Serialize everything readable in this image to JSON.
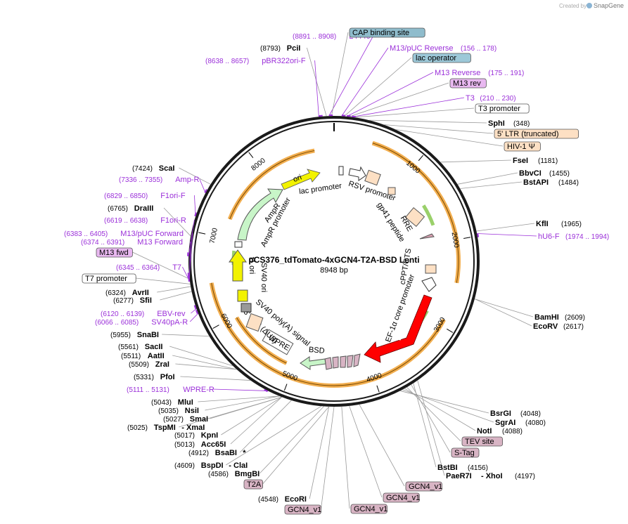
{
  "watermark": "Created by",
  "brand": "SnapGene",
  "plasmid": {
    "name": "pCS376_tdTomato-4xGCN4-T2A-BSD Lenti",
    "length": "8948 bp"
  },
  "ticks": [
    "1000",
    "2000",
    "3000",
    "4000",
    "5000",
    "6000",
    "7000",
    "8000"
  ],
  "colors": {
    "backbone": "#1a1a1a",
    "primer": "#9b30d9",
    "orf": "#f0a030",
    "promoter": "#ffffff",
    "lacop": "#9cc8d8",
    "cap": "#8fbccc",
    "ltr": "#fde0c4",
    "gcn4": "#d8b4c4",
    "ori": "#f2f200",
    "ampr": "#c8f5c8",
    "tdtomato": "#ff0000"
  },
  "labels": [
    {
      "id": "l4440",
      "kind": "prim",
      "text": "L4440",
      "pos": "(8891 .. 8908)"
    },
    {
      "id": "cap",
      "kind": "box",
      "text": "CAP binding site",
      "color": "#8fbccc"
    },
    {
      "id": "pcii",
      "kind": "enz",
      "text": "PciI",
      "pos": "(8793)"
    },
    {
      "id": "m13puc-rev",
      "kind": "prim",
      "text": "M13/pUC Reverse",
      "pos": "(156 .. 178)"
    },
    {
      "id": "pbr",
      "kind": "prim",
      "text": "pBR322ori-F",
      "pos": "(8638 .. 8657)"
    },
    {
      "id": "lacop",
      "kind": "box",
      "text": "lac operator",
      "color": "#9cc8d8"
    },
    {
      "id": "m13rev",
      "kind": "prim",
      "text": "M13 Reverse",
      "pos": "(175 .. 191)"
    },
    {
      "id": "m13revbox",
      "kind": "box",
      "text": "M13 rev",
      "color": "#e8b8f0"
    },
    {
      "id": "t3",
      "kind": "prim",
      "text": "T3",
      "pos": "(210 .. 230)"
    },
    {
      "id": "t3prom",
      "kind": "box",
      "text": "T3 promoter",
      "color": "#ffffff"
    },
    {
      "id": "sphi",
      "kind": "enz",
      "text": "SphI",
      "pos": "(348)"
    },
    {
      "id": "ltrt",
      "kind": "box",
      "text": "5' LTR (truncated)",
      "color": "#fde0c4"
    },
    {
      "id": "hiv",
      "kind": "box",
      "text": "HIV-1 Ψ",
      "color": "#fde0c4"
    },
    {
      "id": "fsei",
      "kind": "enz",
      "text": "FseI",
      "pos": "(1181)"
    },
    {
      "id": "scai",
      "kind": "enz",
      "text": "ScaI",
      "pos": "(7424)"
    },
    {
      "id": "bbvci",
      "kind": "enz",
      "text": "BbvCI",
      "pos": "(1455)"
    },
    {
      "id": "bstapi",
      "kind": "enz",
      "text": "BstAPI",
      "pos": "(1484)"
    },
    {
      "id": "ampr",
      "kind": "prim",
      "text": "Amp-R",
      "pos": "(7336 .. 7355)"
    },
    {
      "id": "f1orif",
      "kind": "prim",
      "text": "F1ori-F",
      "pos": "(6829 .. 6850)"
    },
    {
      "id": "draiii",
      "kind": "enz",
      "text": "DraIII",
      "pos": "(6765)"
    },
    {
      "id": "kfli",
      "kind": "enz",
      "text": "KflI",
      "pos": "(1965)"
    },
    {
      "id": "hu6",
      "kind": "prim",
      "text": "hU6-F",
      "pos": "(1974 .. 1994)"
    },
    {
      "id": "f1orir",
      "kind": "prim",
      "text": "F1ori-R",
      "pos": "(6619 .. 6638)"
    },
    {
      "id": "m13pucfwd",
      "kind": "prim",
      "text": "M13/pUC Forward",
      "pos": "(6383 .. 6405)"
    },
    {
      "id": "m13fwd",
      "kind": "prim",
      "text": "M13 Forward",
      "pos": "(6374 .. 6391)"
    },
    {
      "id": "m13fwdbox",
      "kind": "box",
      "text": "M13 fwd",
      "color": "#e8b8f0"
    },
    {
      "id": "t7",
      "kind": "prim",
      "text": "T7",
      "pos": "(6345 .. 6364)"
    },
    {
      "id": "t7prom",
      "kind": "box",
      "text": "T7 promoter",
      "color": "#ffffff"
    },
    {
      "id": "avrii",
      "kind": "enz",
      "text": "AvrII",
      "pos": "(6324)"
    },
    {
      "id": "sfii",
      "kind": "enz",
      "text": "SfiI",
      "pos": "(6277)"
    },
    {
      "id": "ebv",
      "kind": "prim",
      "text": "EBV-rev",
      "pos": "(6120 .. 6139)"
    },
    {
      "id": "sv40pa",
      "kind": "prim",
      "text": "SV40pA-R",
      "pos": "(6066 .. 6085)"
    },
    {
      "id": "bamhi",
      "kind": "enz",
      "text": "BamHI",
      "pos": "(2609)"
    },
    {
      "id": "ecorv",
      "kind": "enz",
      "text": "EcoRV",
      "pos": "(2617)"
    },
    {
      "id": "snabi",
      "kind": "enz",
      "text": "SnaBI",
      "pos": "(5955)"
    },
    {
      "id": "sacii",
      "kind": "enz",
      "text": "SacII",
      "pos": "(5561)"
    },
    {
      "id": "aatii",
      "kind": "enz",
      "text": "AatII",
      "pos": "(5511)"
    },
    {
      "id": "zrai",
      "kind": "enz",
      "text": "ZraI",
      "pos": "(5509)"
    },
    {
      "id": "pfoi",
      "kind": "enz",
      "text": "PfoI",
      "pos": "(5331)"
    },
    {
      "id": "wprer",
      "kind": "prim",
      "text": "WPRE-R",
      "pos": "(5111 .. 5131)"
    },
    {
      "id": "mlui",
      "kind": "enz",
      "text": "MluI",
      "pos": "(5043)"
    },
    {
      "id": "nsii",
      "kind": "enz",
      "text": "NsiI",
      "pos": "(5035)"
    },
    {
      "id": "smai",
      "kind": "enz",
      "text": "SmaI",
      "pos": "(5027)"
    },
    {
      "id": "tspmi",
      "kind": "enz",
      "text": "TspMI",
      "pos": "(5025)",
      "extra": "- XmaI"
    },
    {
      "id": "kpni",
      "kind": "enz",
      "text": "KpnI",
      "pos": "(5017)"
    },
    {
      "id": "acc65i",
      "kind": "enz",
      "text": "Acc65I",
      "pos": "(5013)"
    },
    {
      "id": "bsabi",
      "kind": "enz",
      "text": "BsaBI",
      "pos": "(4912)",
      "extra": "*"
    },
    {
      "id": "bspdi",
      "kind": "enz",
      "text": "BspDI",
      "pos": "(4609)",
      "extra": "- ClaI"
    },
    {
      "id": "bmgbi",
      "kind": "enz",
      "text": "BmgBI",
      "pos": "(4586)"
    },
    {
      "id": "t2a",
      "kind": "box",
      "text": "T2A",
      "color": "#d8b4c4"
    },
    {
      "id": "ecori",
      "kind": "enz",
      "text": "EcoRI",
      "pos": "(4548)"
    },
    {
      "id": "gcn4a",
      "kind": "box",
      "text": "GCN4_v1",
      "color": "#d8b4c4"
    },
    {
      "id": "gcn4b",
      "kind": "box",
      "text": "GCN4_v1",
      "color": "#d8b4c4"
    },
    {
      "id": "gcn4c",
      "kind": "box",
      "text": "GCN4_v1",
      "color": "#d8b4c4"
    },
    {
      "id": "gcn4d",
      "kind": "box",
      "text": "GCN4_v1",
      "color": "#d8b4c4"
    },
    {
      "id": "bsrgi",
      "kind": "enz",
      "text": "BsrGI",
      "pos": "(4048)"
    },
    {
      "id": "sgrai",
      "kind": "enz",
      "text": "SgrAI",
      "pos": "(4080)"
    },
    {
      "id": "noti",
      "kind": "enz",
      "text": "NotI",
      "pos": "(4088)"
    },
    {
      "id": "tev",
      "kind": "box",
      "text": "TEV site",
      "color": "#d8b4c4"
    },
    {
      "id": "stag",
      "kind": "box",
      "text": "S-Tag",
      "color": "#d8b4c4"
    },
    {
      "id": "bstbi",
      "kind": "enz",
      "text": "BstBI",
      "pos": "(4156)"
    },
    {
      "id": "paer7i",
      "kind": "enz",
      "text": "PaeR7I",
      "pos": "(4197)",
      "extra": "- XhoI"
    }
  ],
  "features": {
    "ori": "ori",
    "lacprom": "lac promoter",
    "rsv": "RSV promoter",
    "ampr": "AmpR",
    "amprprom": "AmpR promoter",
    "rre": "RRE",
    "gp41": "gp41 peptide",
    "f1": "f1 ori",
    "sv40ori": "SV40 ori",
    "cppt": "cPPT/CTS",
    "ef1a": "EF-1α core promoter",
    "tdtomato": "tdTomato",
    "sv40pa": "SV40 poly(A) signal",
    "ltr3": "3' LTR (ΔU3)",
    "wpre": "WPRE",
    "bsd": "BSD"
  }
}
